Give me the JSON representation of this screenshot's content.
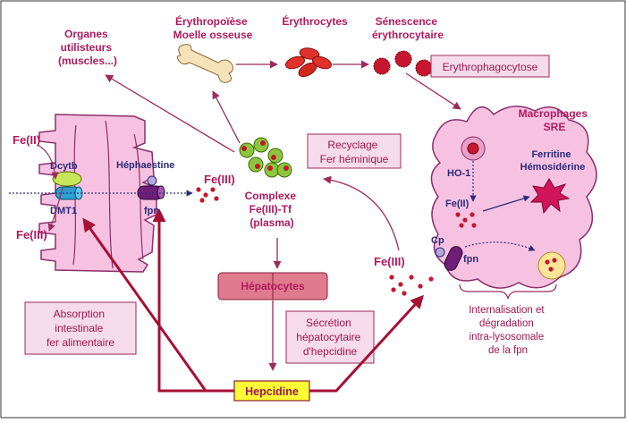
{
  "labels": {
    "organes": [
      "Organes",
      "utilisteurs",
      "(muscles...)"
    ],
    "erythropoiese": [
      "Érythropoïèse",
      "Moelle osseuse"
    ],
    "erythrocytes": "Érythrocytes",
    "senescence": [
      "Sénescence",
      "érythrocytaire"
    ],
    "erythrophagocytose": "Erythrophagocytose",
    "macrophages": [
      "Macrophages",
      "SRE"
    ],
    "fe2_left": "Fe(II)",
    "fe3_left": "Fe(III)",
    "dcytb": "Dcytb",
    "hephaestine": "Héphaestine",
    "dmt1": "DMT1",
    "fpn_left": "fpn",
    "fe3_plasma": "Fe(III)",
    "complexe": [
      "Complexe",
      "Fe(III)-Tf",
      "(plasma)"
    ],
    "recyclage": [
      "Recyclage",
      "Fer héminique"
    ],
    "ho1": "HO-1",
    "fe2_macro": "Fe(II)",
    "ferritine": [
      "Ferritine",
      "Hémosidérine"
    ],
    "cp": "Cp",
    "fpn_macro": "fpn",
    "fe3_macro": "Fe(III)",
    "hepatocytes": "Hépatocytes",
    "secretion": [
      "Sécrétion",
      "hépatocytaire",
      "d'hepcidine"
    ],
    "absorption": [
      "Absorption",
      "intestinale",
      "fer alimentaire"
    ],
    "internalisation": [
      "Internalisation et",
      "dégradation",
      "intra-lysosomale",
      "de la fpn"
    ],
    "hepcidine": "Hepcidine"
  },
  "colors": {
    "magenta": "#b0195e",
    "navy": "#2b2b7a",
    "cell_fill": "#f7c2e2",
    "cell_stroke": "#8a2f6a",
    "box_fill": "#f6dcea",
    "arrow_dark": "#a51034",
    "hepcidine_fill": "#ffff33",
    "iron_red": "#c0182c",
    "tf_green": "#8cc63f"
  }
}
